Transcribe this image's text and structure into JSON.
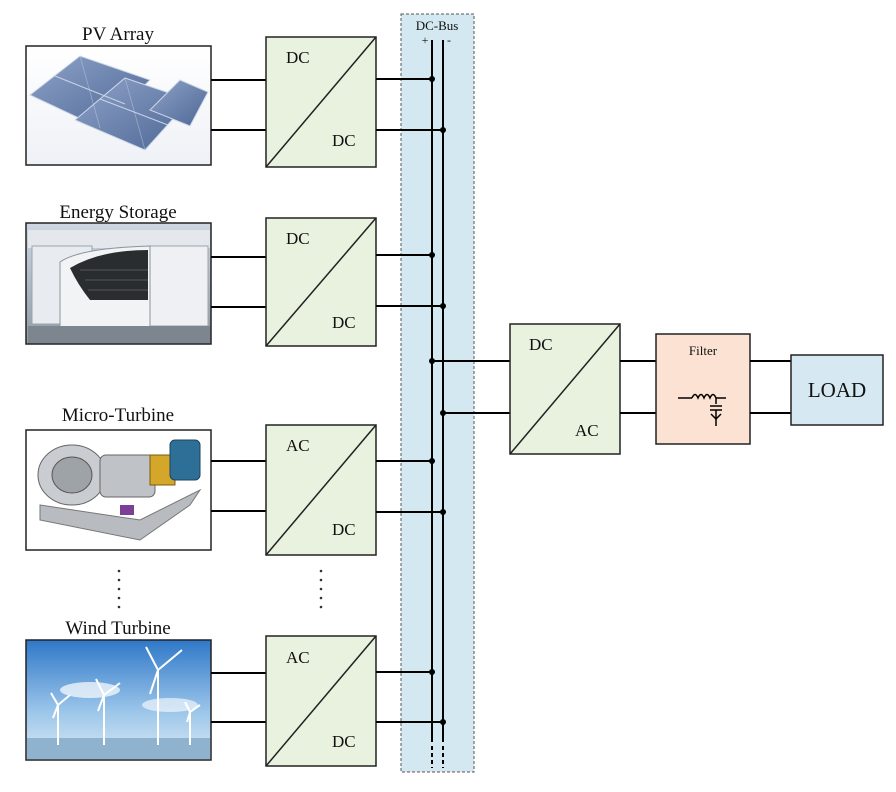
{
  "sources": [
    {
      "label": "PV Array",
      "image": "pv-array-photo"
    },
    {
      "label": "Energy Storage",
      "image": "energy-storage-photo"
    },
    {
      "label": "Micro-Turbine",
      "image": "micro-turbine-photo"
    },
    {
      "label": "Wind Turbine",
      "image": "wind-turbine-photo"
    }
  ],
  "converters": [
    {
      "top": "DC",
      "bottom": "DC"
    },
    {
      "top": "DC",
      "bottom": "DC"
    },
    {
      "top": "AC",
      "bottom": "DC"
    },
    {
      "top": "AC",
      "bottom": "DC"
    }
  ],
  "bus": {
    "label": "DC-Bus",
    "plus": "+",
    "minus": "-"
  },
  "inverter": {
    "top": "DC",
    "bottom": "AC"
  },
  "filter": {
    "label": "Filter"
  },
  "load": {
    "label": "LOAD"
  },
  "colors": {
    "converter_fill": "#e9f1df",
    "bus_fill": "#d3e8f1",
    "filter_fill": "#fbe2d3",
    "load_fill": "#d6e9f3"
  }
}
